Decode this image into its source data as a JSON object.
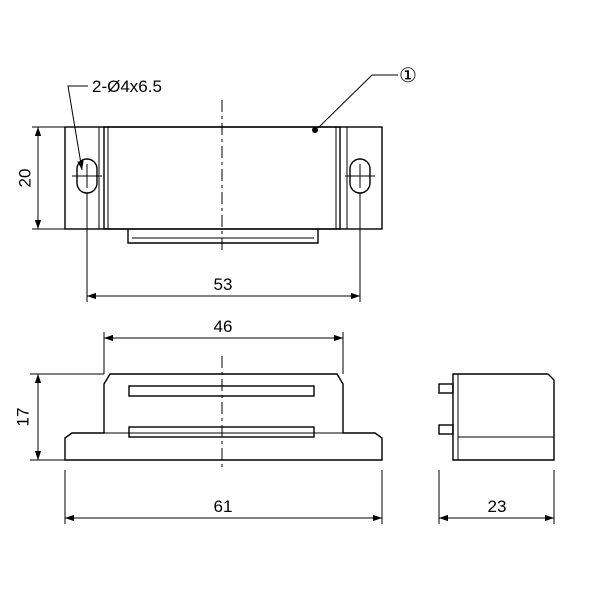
{
  "dimensions": {
    "top_height": "20",
    "top_hole_pitch": "53",
    "front_body_width": "46",
    "front_height": "17",
    "front_base_width": "61",
    "side_depth": "23"
  },
  "callouts": {
    "hole_spec": "2-Ø4x6.5",
    "item_number": "①"
  }
}
